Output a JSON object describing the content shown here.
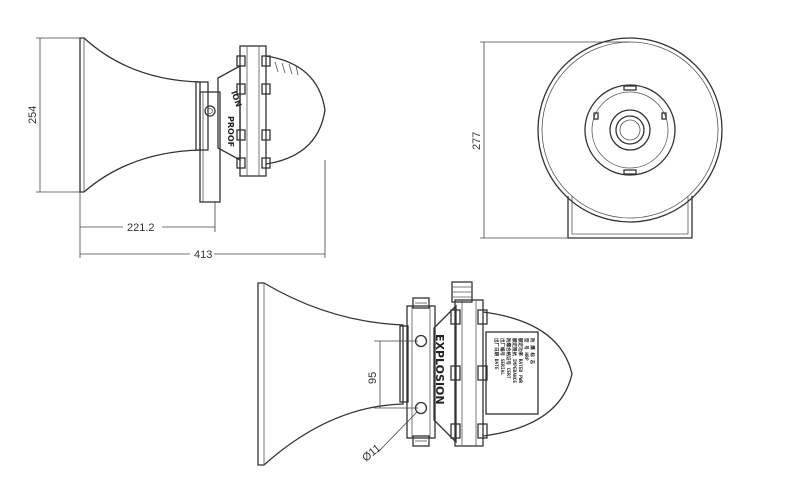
{
  "dimensions": {
    "horn_height": "254",
    "horn_depth": "221.2",
    "total_length": "413",
    "front_diameter": "277",
    "bracket_hole_spacing": "95",
    "bracket_hole_diameter": "Ø11"
  },
  "markings": {
    "side_upper": "PROOF",
    "side_upper_partial": "ION",
    "side_lower": "EXPLOSION"
  },
  "nameplate": {
    "lines": [
      "防 爆 标 志",
      "型 号 HRP",
      "额定功率 RATED PWR",
      "额定阻抗 IMPEDANCE",
      "防爆合格证号 CERT",
      "出厂编号 SERIAL",
      "出厂日期 DATE"
    ]
  }
}
